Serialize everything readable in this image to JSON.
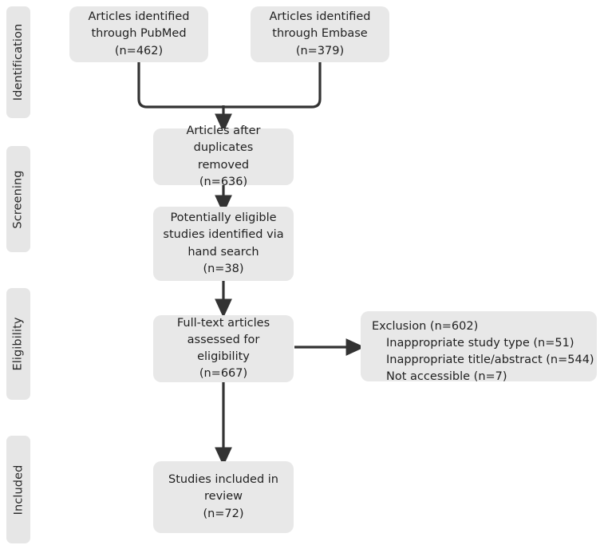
{
  "diagram": {
    "title": "PRISMA study selection flow diagram",
    "background_color": "#ffffff",
    "box_fill": "#e8e8e8",
    "pill_fill": "#e6e6e6",
    "connector_color": "#333333",
    "text_color": "#1f1f1f"
  },
  "stages": [
    {
      "label": "Identification"
    },
    {
      "label": "Screening"
    },
    {
      "label": "Eligibility"
    },
    {
      "label": "Included"
    }
  ],
  "boxes": {
    "pubmed": {
      "text": "Articles identified\nthrough PubMed\n(n=462)",
      "count": 462,
      "source": "PubMed"
    },
    "embase": {
      "text": "Articles identified\nthrough Embase\n(n=379)",
      "count": 379,
      "source": "Embase"
    },
    "duplicates_removed": {
      "text": "Articles after duplicates\nremoved\n(n=636)",
      "count": 636
    },
    "hand_search": {
      "text": "Potentially eligible\nstudies identified via\nhand search\n(n=38)",
      "count": 38
    },
    "full_text": {
      "text": "Full-text articles\nassessed for eligibility\n(n=667)",
      "count": 667
    },
    "included": {
      "text": "Studies included in\nreview\n(n=72)",
      "count": 72
    }
  },
  "exclusion": {
    "title": "Exclusion (n=602)",
    "total": 602,
    "reasons": [
      {
        "text": "Inappropriate study type (n=51)",
        "count": 51
      },
      {
        "text": "Inappropriate title/abstract (n=544)",
        "count": 544
      },
      {
        "text": "Not accessible (n=7)",
        "count": 7
      }
    ]
  },
  "chart_data": {
    "type": "diagram",
    "title": "PRISMA flow diagram",
    "nodes": [
      {
        "id": "pubmed",
        "label": "Articles identified through PubMed",
        "n": 462,
        "stage": "Identification"
      },
      {
        "id": "embase",
        "label": "Articles identified through Embase",
        "n": 379,
        "stage": "Identification"
      },
      {
        "id": "duplicates_removed",
        "label": "Articles after duplicates removed",
        "n": 636,
        "stage": "Screening"
      },
      {
        "id": "hand_search",
        "label": "Potentially eligible studies identified via hand search",
        "n": 38,
        "stage": "Screening"
      },
      {
        "id": "full_text",
        "label": "Full-text articles assessed for eligibility",
        "n": 667,
        "stage": "Eligibility"
      },
      {
        "id": "exclusion",
        "label": "Exclusion",
        "n": 602,
        "stage": "Eligibility"
      },
      {
        "id": "included",
        "label": "Studies included in review",
        "n": 72,
        "stage": "Included"
      }
    ],
    "edges": [
      {
        "from": "pubmed",
        "to": "duplicates_removed"
      },
      {
        "from": "embase",
        "to": "duplicates_removed"
      },
      {
        "from": "duplicates_removed",
        "to": "hand_search"
      },
      {
        "from": "hand_search",
        "to": "full_text"
      },
      {
        "from": "full_text",
        "to": "exclusion"
      },
      {
        "from": "full_text",
        "to": "included"
      }
    ]
  }
}
